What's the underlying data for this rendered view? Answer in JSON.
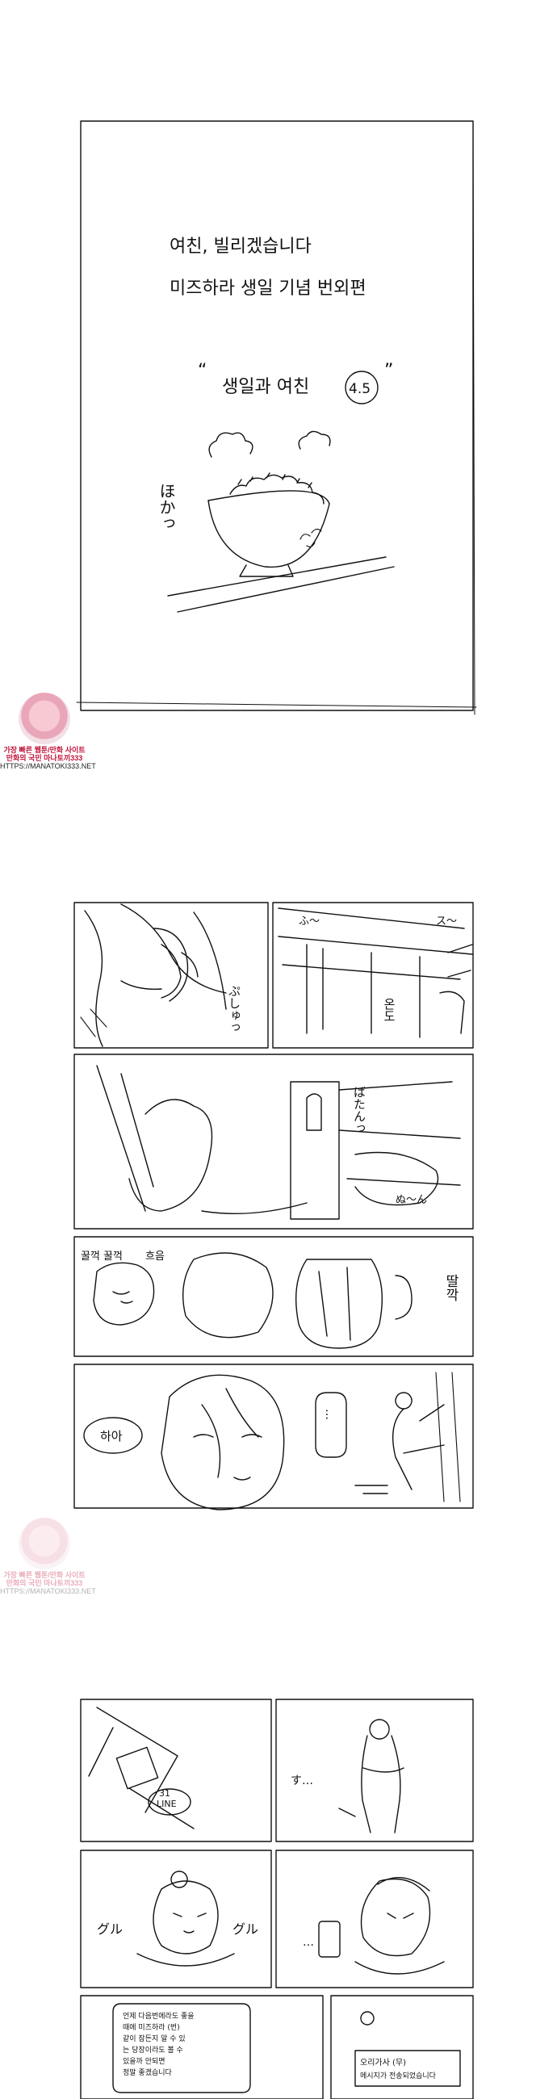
{
  "cover": {
    "title_line1": "여친, 빌리겠습니다",
    "title_line2": "미즈하라 생일 기념 번외편",
    "chapter_open": "“",
    "chapter_title": "생일과 여친",
    "chapter_number": "4.5",
    "chapter_close": "”",
    "sfx": "ほかっ"
  },
  "watermark": {
    "line1": "가장 빠른 웹툰/만화 사이트",
    "line2": "만화의 국민 마나토끼333",
    "url": "HTTPS://MANATOKI333.NET"
  },
  "page2": {
    "sfx_fu": "ふ〜",
    "sfx_pushu": "ぷしゅっ",
    "sfx_su": "ス〜",
    "sfx_ondo": "온도",
    "sfx_batan": "ばたんっ",
    "sfx_nyu": "ぬ〜ん",
    "sfx_ttalkak": "딸깍",
    "sfx_nom": "꿀꺽 꿀꺽",
    "sfx_hmm": "흐음",
    "sfx_haa": "하아",
    "sfx_note": "…"
  },
  "page3": {
    "phone_date": "31",
    "phone_label": "LINE",
    "sfx_su": "す…",
    "sfx_gul_left": "グル",
    "sfx_gul_right": "グル",
    "sfx_dots": "…",
    "letter_lines": [
      "언제 다음번에라도 좋을",
      "때에 미즈하라 (번)",
      "같이 잠든지 알 수 있",
      "는 당장이라도 볼 수",
      "있을까 안되면",
      "정말 좋겠습니다"
    ],
    "bubble_right_line1": "오리가사 (무)",
    "bubble_right_line2": "메시지가 전송되었습니다"
  }
}
